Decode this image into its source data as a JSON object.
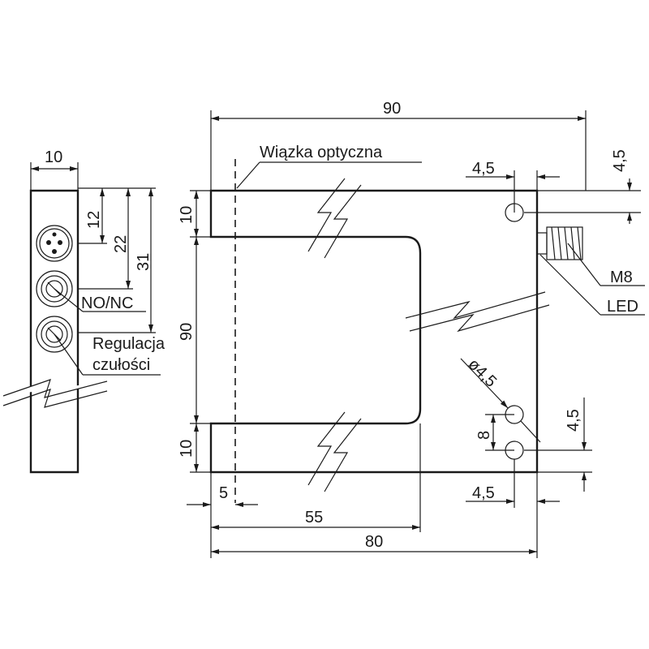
{
  "labels": {
    "optical_beam": "Wiązka optyczna",
    "no_nc": "NO/NC",
    "sensitivity_1": "Regulacja",
    "sensitivity_2": "czułości",
    "m8": "M8",
    "led": "LED"
  },
  "dimensions": {
    "side_width": "10",
    "side_12": "12",
    "side_22": "22",
    "side_31": "31",
    "top_90": "90",
    "left_10_top": "10",
    "left_90": "90",
    "left_10_bottom": "10",
    "bottom_5": "5",
    "bottom_55": "55",
    "bottom_80": "80",
    "hole_top_4_5_h": "4,5",
    "hole_top_4_5_v": "4,5",
    "hole_diameter": "ø4,5",
    "hole_spacing_8": "8",
    "hole_bottom_4_5_v": "4,5",
    "hole_bottom_4_5_h": "4,5"
  }
}
